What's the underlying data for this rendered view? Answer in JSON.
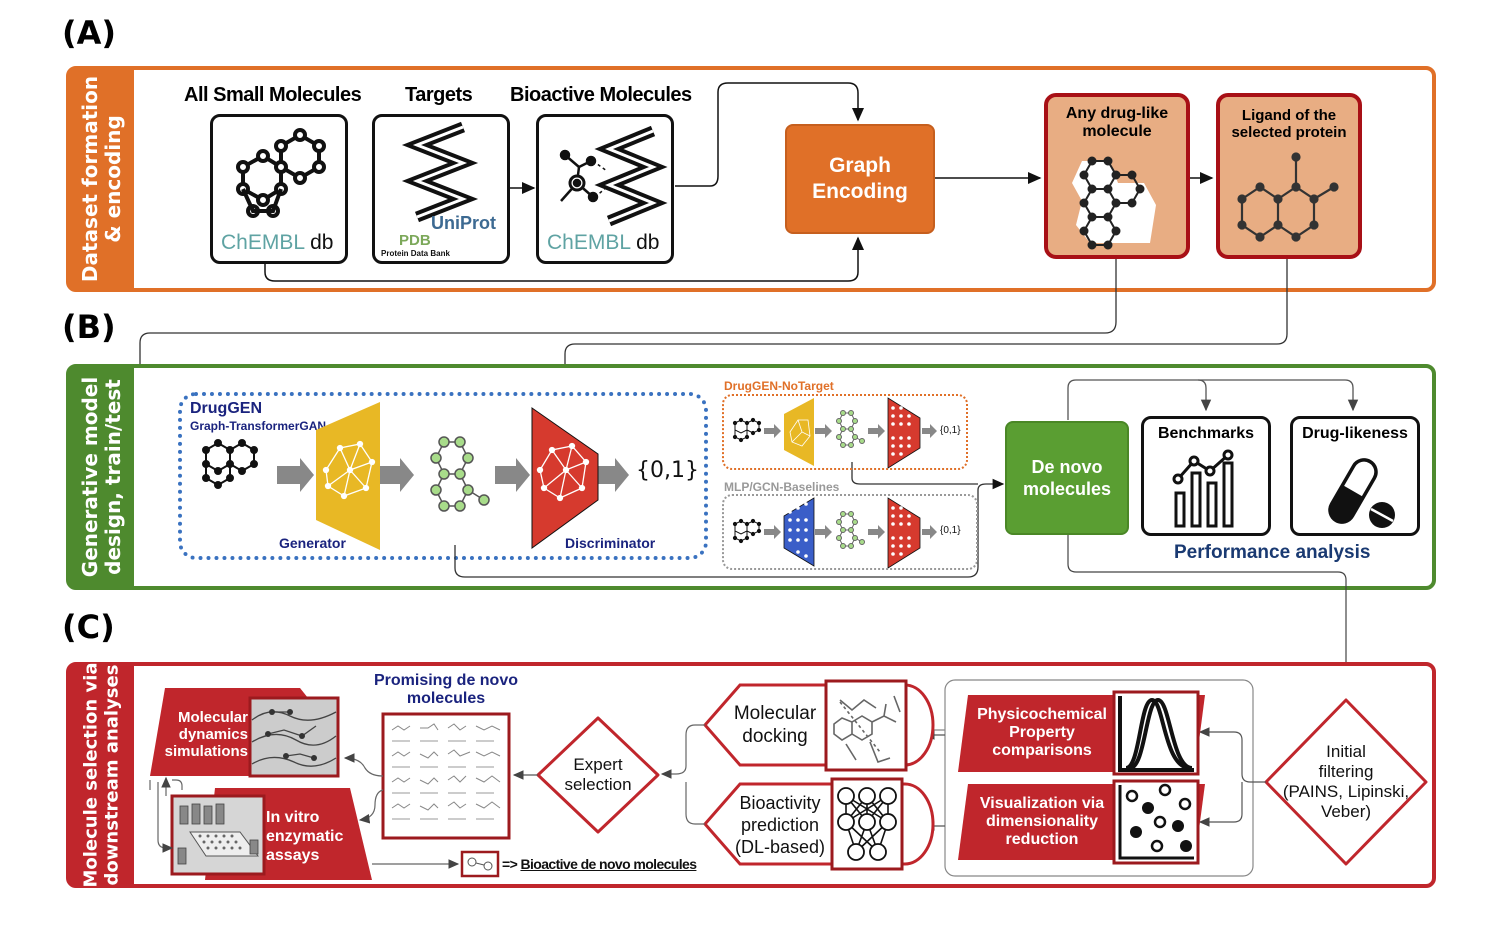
{
  "panels": {
    "a": {
      "letter": "(A)",
      "side_label_line1": "Dataset formation",
      "side_label_line2": "& encoding",
      "color": "#e07028",
      "sources": [
        {
          "title": "All Small Molecules",
          "db_name": "ChEMBL",
          "db_suffix": " db",
          "icon": "fused-ring-molecule-icon"
        },
        {
          "title": "Targets",
          "db_uniprot": "UniProt",
          "db_pdb": "PDB",
          "db_pdb_sub": "Protein Data Bank",
          "icon": "protein-helix-icon"
        },
        {
          "title": "Bioactive Molecules",
          "db_name": "ChEMBL",
          "db_suffix": " db",
          "icon": "ligand-protein-binding-icon"
        }
      ],
      "graph_encoding_line1": "Graph",
      "graph_encoding_line2": "Encoding",
      "outputs": [
        {
          "line1": "Any drug-like",
          "line2": "molecule"
        },
        {
          "line1": "Ligand of the",
          "line2": "selected protein"
        }
      ]
    },
    "b": {
      "letter": "(B)",
      "side_label_line1": "Generative model",
      "side_label_line2": "design, train/test",
      "color": "#4e8a2e",
      "druggen_title": "DrugGEN",
      "druggen_subtitle": "Graph-TransformerGAN",
      "generator_label": "Generator",
      "discriminator_label": "Discriminator",
      "output_set": "{0,1}",
      "notarget_title": "DrugGEN-NoTarget",
      "baselines_title": "MLP/GCN-Baselines",
      "small_output_set": "{0,1}",
      "denovo_line1": "De novo",
      "denovo_line2": "molecules",
      "benchmarks_label": "Benchmarks",
      "druglikeness_label": "Drug-likeness",
      "performance_label": "Performance analysis"
    },
    "c": {
      "letter": "(C)",
      "side_label_line1": "Molecule selection via",
      "side_label_line2": "downstream analyses",
      "color": "#c0262c",
      "initial_filter_lines": [
        "Initial",
        "filtering",
        "(PAINS, Lipinski,",
        "Veber)"
      ],
      "physchem_lines": [
        "Physicochemical",
        "Property",
        "comparisons"
      ],
      "visualization_lines": [
        "Visualization via",
        "dimensionality",
        "reduction"
      ],
      "docking_lines": [
        "Molecular",
        "docking"
      ],
      "bioactivity_lines": [
        "Bioactivity",
        "prediction",
        "(DL-based)"
      ],
      "expert_lines": [
        "Expert",
        "selection"
      ],
      "promising_line1": "Promising de novo",
      "promising_line2": "molecules",
      "md_lines": [
        "Molecular",
        "dynamics",
        "simulations"
      ],
      "invitro_lines": [
        "In vitro",
        "enzymatic",
        "assays"
      ],
      "result_arrow": "=>",
      "result_label": "Bioactive de novo molecules"
    }
  }
}
